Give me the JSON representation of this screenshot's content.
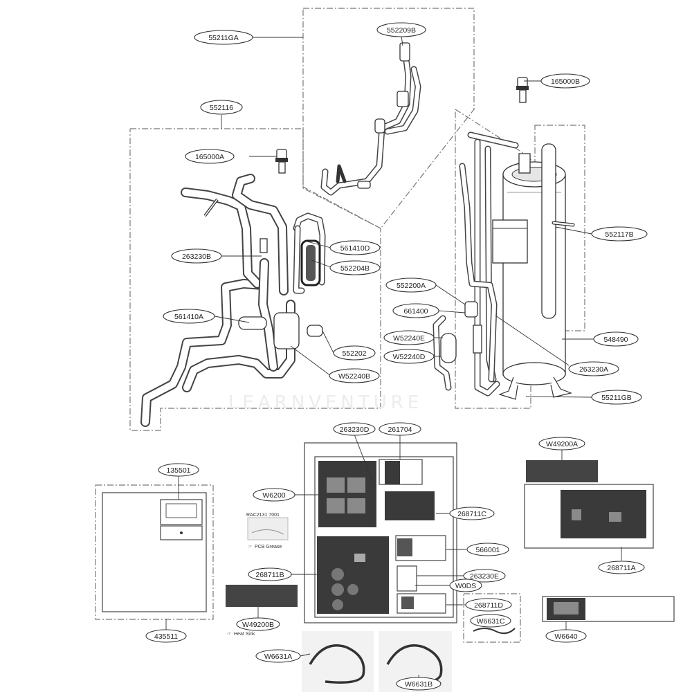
{
  "callouts": {
    "c55211GA": "55211GA",
    "c552209B": "552209B",
    "c165000B": "165000B",
    "c552116": "552116",
    "c165000A": "165000A",
    "c552117B": "552117B",
    "c561410D": "561410D",
    "c263230B": "263230B",
    "c552204B": "552204B",
    "c552200A": "552200A",
    "c661400": "661400",
    "c561410A": "561410A",
    "cW52240E": "W52240E",
    "c548490": "548490",
    "c552202": "552202",
    "cW52240D": "W52240D",
    "c263230A": "263230A",
    "cW52240B": "W52240B",
    "c55211GB": "55211GB",
    "c263230D": "263230D",
    "c261704": "261704",
    "cW49200A": "W49200A",
    "c135501": "135501",
    "cW6200": "W6200",
    "c268711C": "268711C",
    "c566001": "566001",
    "c268711A": "268711A",
    "c268711B": "268711B",
    "c263230E": "263230E",
    "cW0DS": "W0DS",
    "c268711D": "268711D",
    "cW6631C": "W6631C",
    "cW49200B": "W49200B",
    "c435511": "435511",
    "cW6640": "W6640",
    "cW6631A": "W6631A",
    "cW6631B": "W6631B"
  },
  "notes": {
    "pcb_grease_code": "RAC2131 7001",
    "pcb_grease": "PCB Grease",
    "heat_sink": "Heat Sink"
  },
  "watermark": "LEARNVENTURE"
}
